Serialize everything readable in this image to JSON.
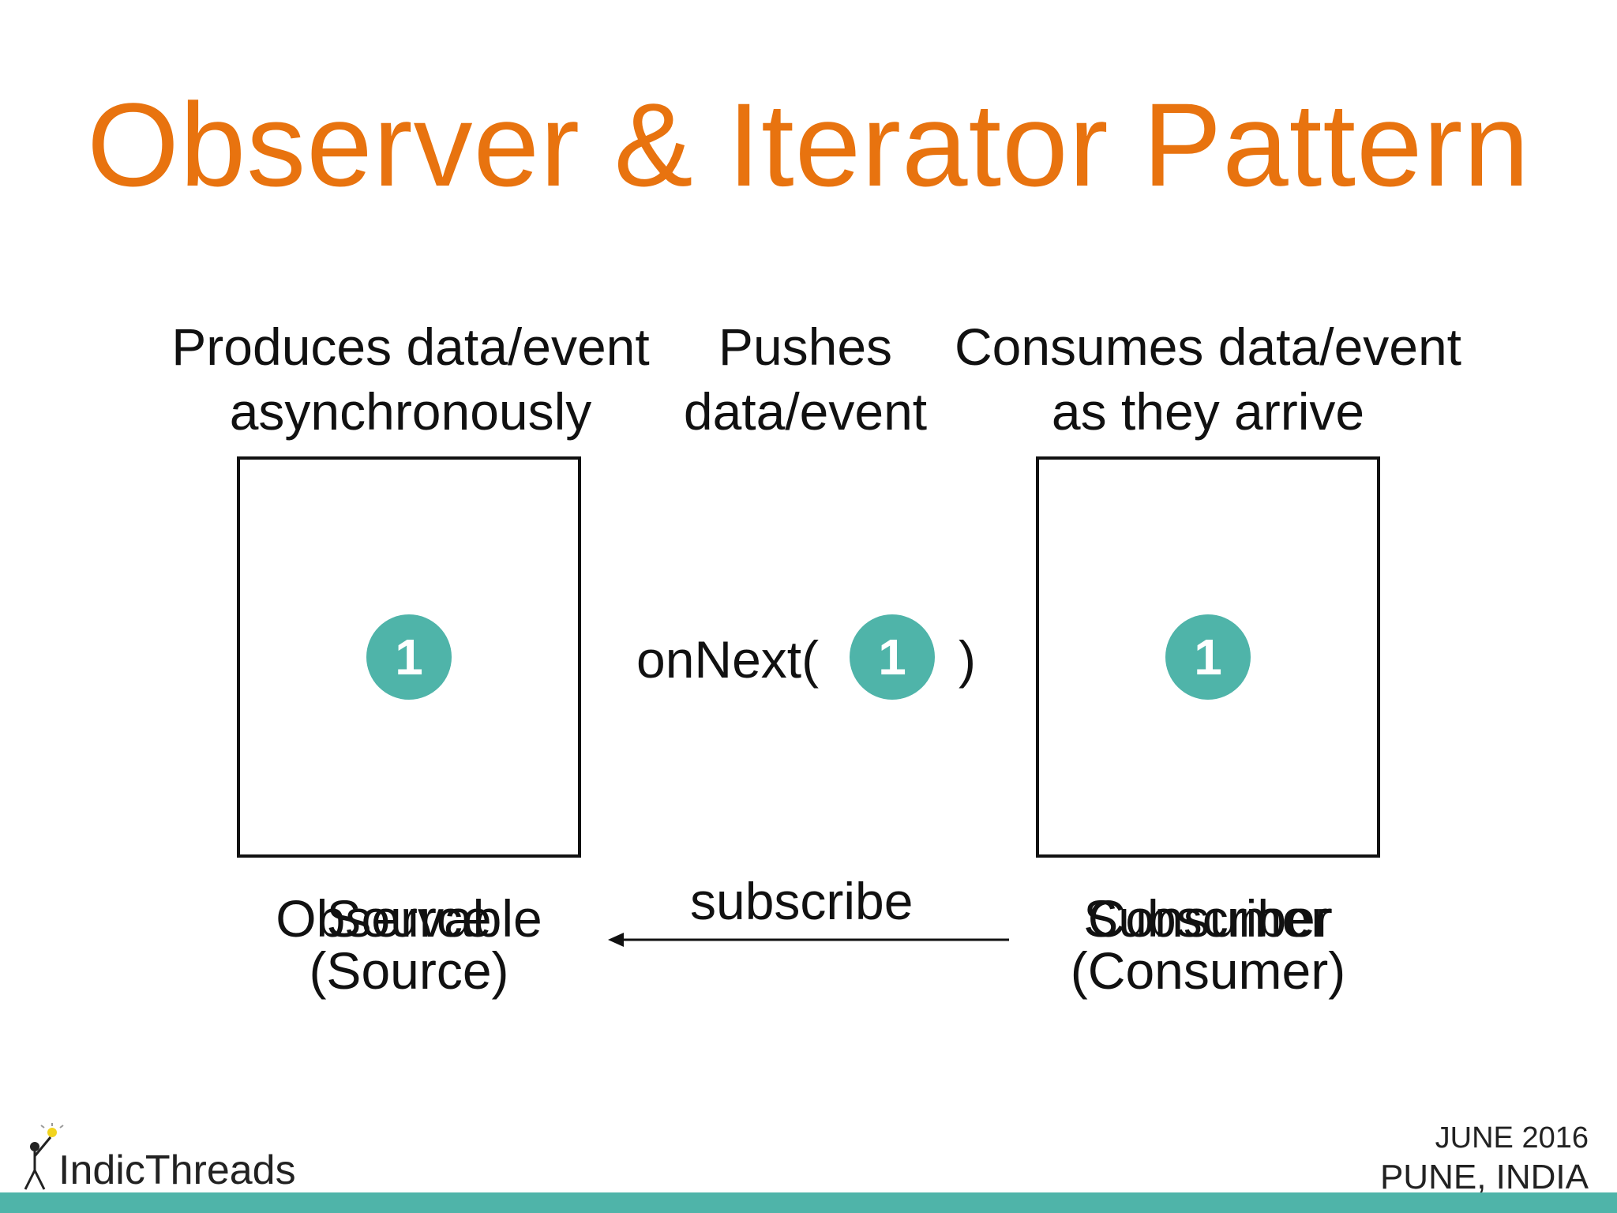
{
  "title": "Observer & Iterator Pattern",
  "captions": {
    "source": [
      "Produces data/event",
      "asynchronously"
    ],
    "push": [
      "Pushes",
      "data/event"
    ],
    "consumer": [
      "Consumes data/event",
      "as they arrive"
    ]
  },
  "token_value": "1",
  "onnext": {
    "open": "onNext(",
    "close": ")"
  },
  "arrow_label": "subscribe",
  "left_label": {
    "overlap": [
      "Observable",
      "Source"
    ],
    "second": "(Source)"
  },
  "right_label": {
    "overlap": [
      "Subscriber",
      "Consumer"
    ],
    "second": "(Consumer)"
  },
  "footer": {
    "brand": "IndicThreads",
    "date": "JUNE 2016",
    "place": "PUNE, INDIA"
  },
  "colors": {
    "title": "#e8730f",
    "token": "#4fb4a9",
    "bar": "#4fb4a9"
  }
}
